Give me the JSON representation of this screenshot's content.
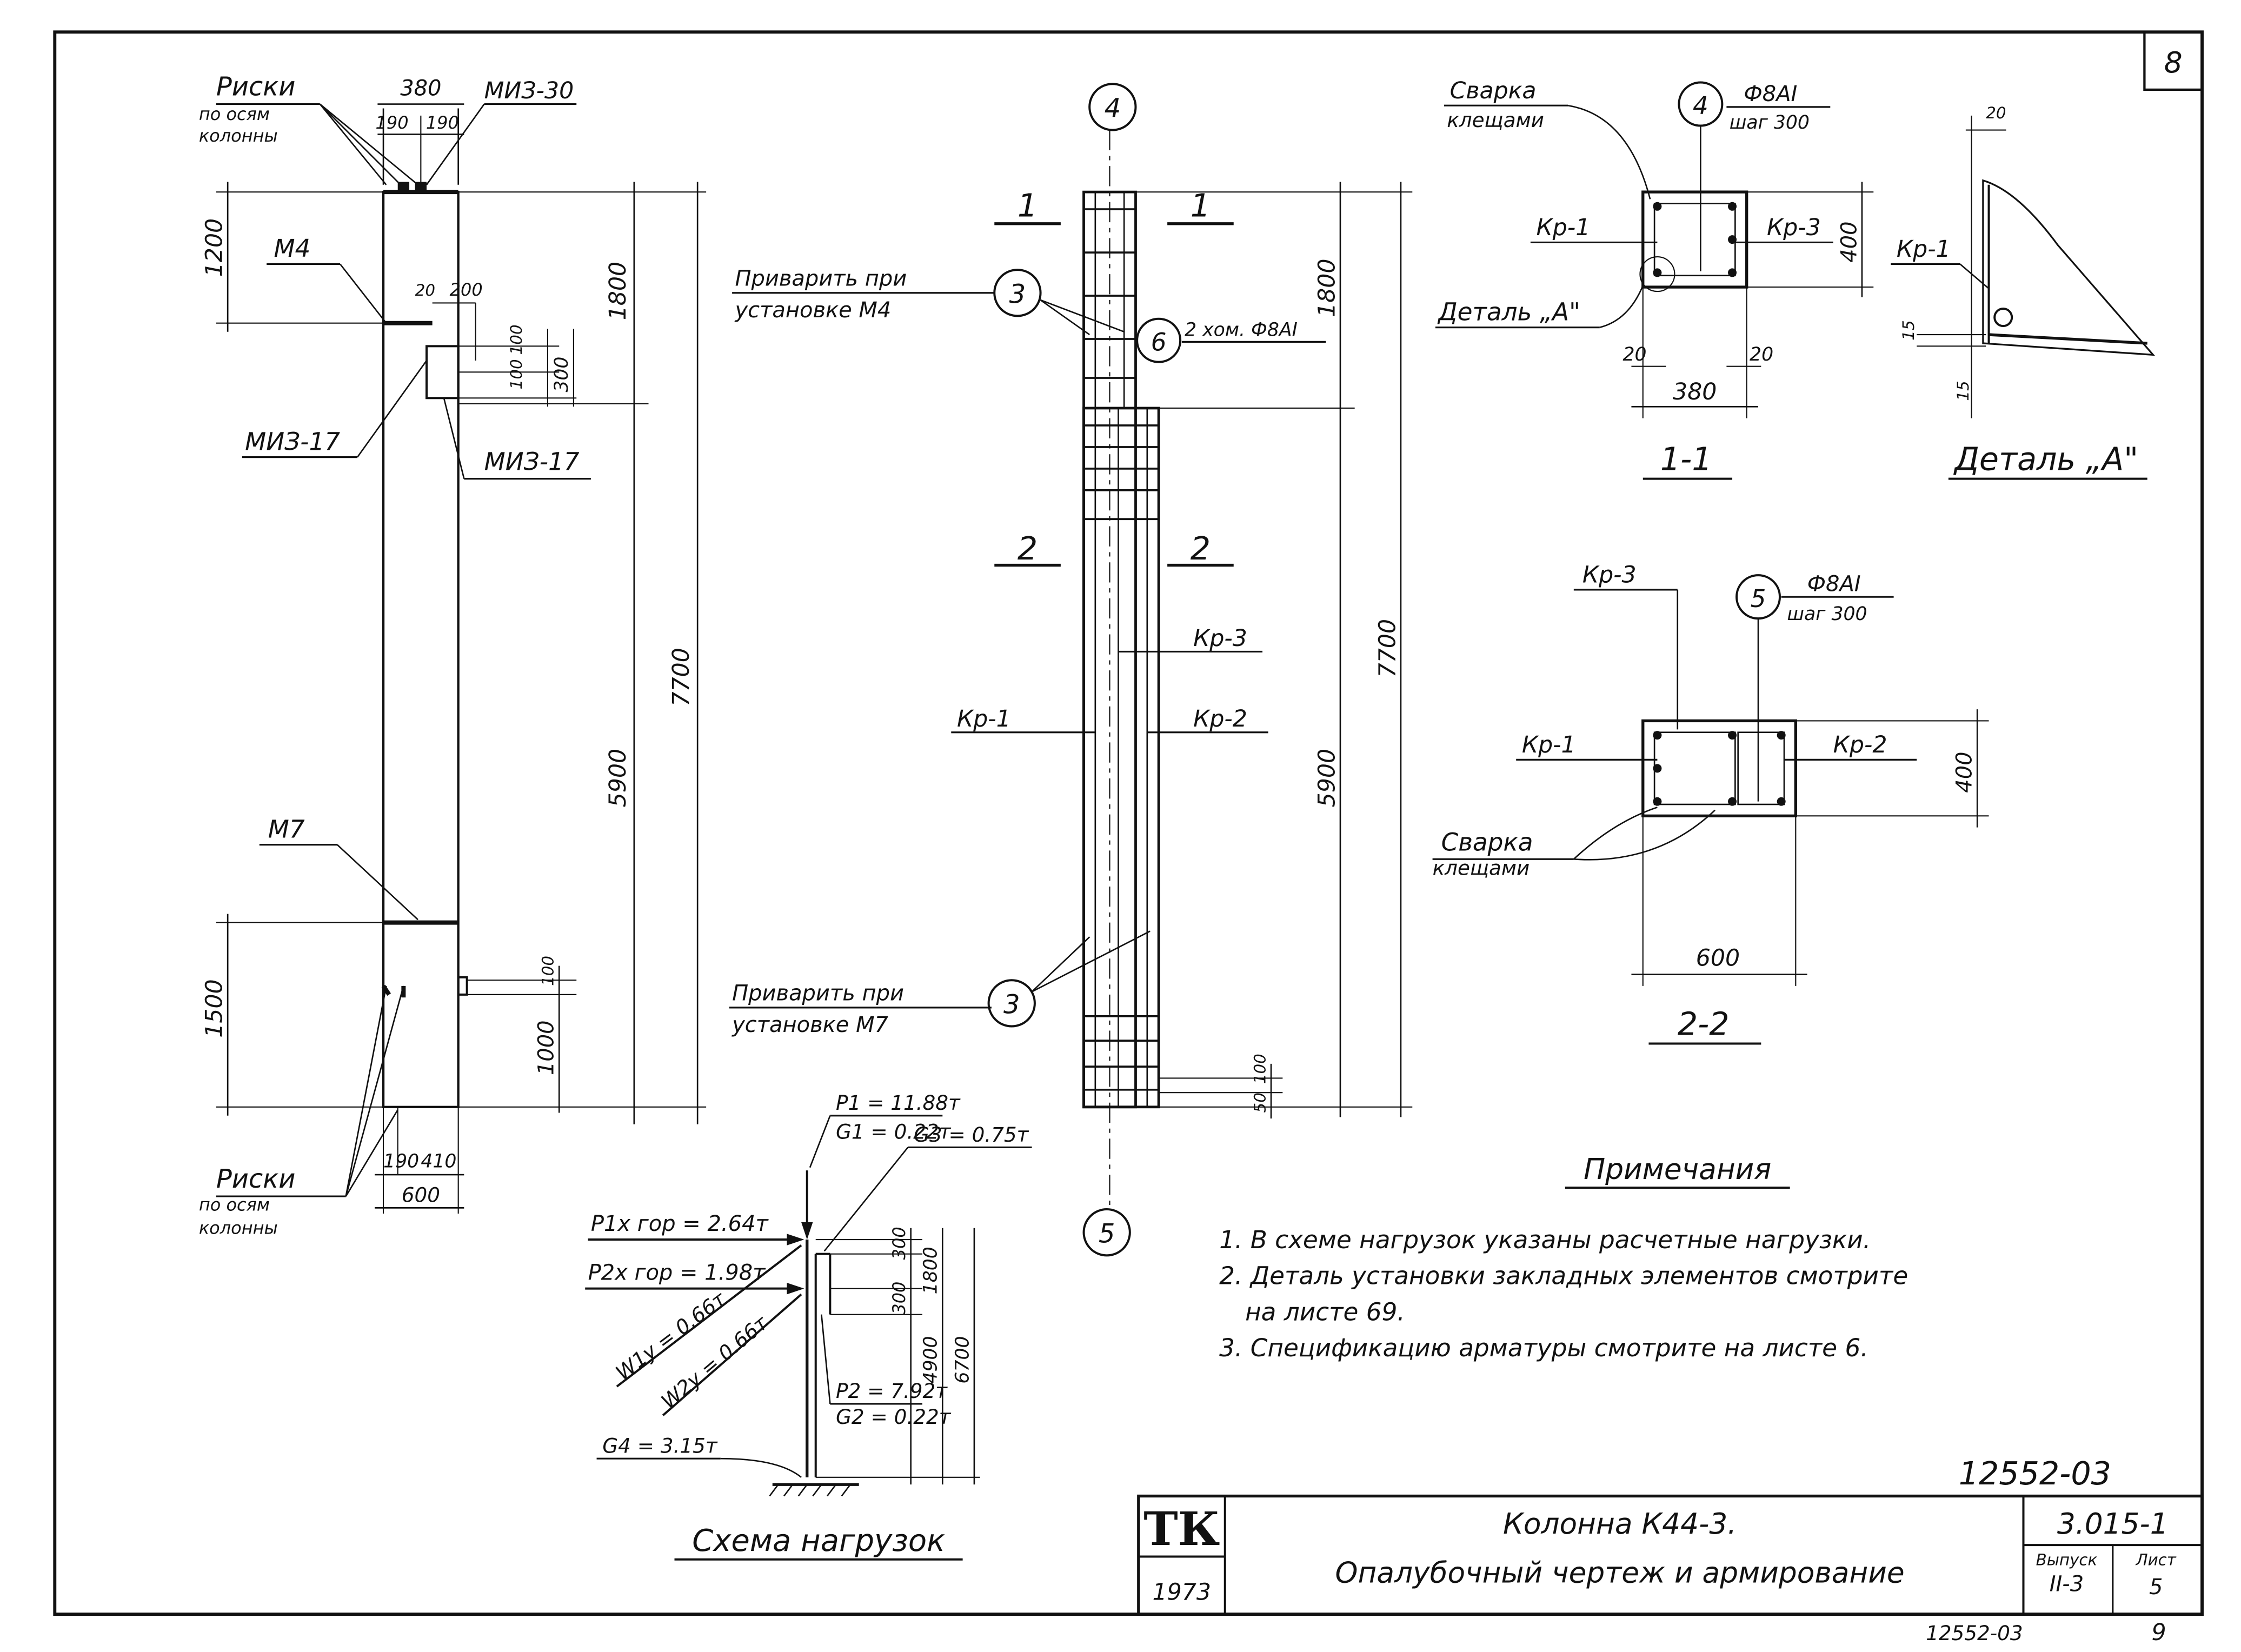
{
  "sheet_number": "8",
  "elevation": {
    "top_risks": "Риски",
    "top_risks_sub1": "по осям",
    "top_risks_sub2": "колонны",
    "dim_380": "380",
    "dim_190a": "190",
    "dim_190b": "190",
    "miz30": "МИЗ-30",
    "m4": "М4",
    "dim_1200": "1200",
    "dim_20": "20",
    "dim_200": "200",
    "dim_100": "100",
    "dim_100b": "100",
    "dim_300": "300",
    "miz17_left": "МИЗ-17",
    "miz17_right": "МИЗ-17",
    "dim_1800": "1800",
    "dim_5900": "5900",
    "dim_7700": "7700",
    "m7": "М7",
    "dim_1500": "1500",
    "dim_1000": "1000",
    "dim_100c": "100",
    "bot_risks": "Риски",
    "bot_risks_sub1": "по осям",
    "bot_risks_sub2": "колонны",
    "dim_190c": "190",
    "dim_410": "410",
    "dim_600": "600"
  },
  "reinforcement": {
    "callout_4": "4",
    "sec1_left": "1",
    "sec1_right": "1",
    "weld_m4_line1": "Приварить при",
    "weld_m4_line2": "установке М4",
    "callout_3_top": "3",
    "callout_6": "6",
    "label_6": "2 хом. Ф8AI",
    "dim_1800": "1800",
    "sec2_left": "2",
    "sec2_right": "2",
    "kr3": "Кр-3",
    "kr1": "Кр-1",
    "kr2": "Кр-2",
    "dim_5900": "5900",
    "dim_7700": "7700",
    "weld_m7_line1": "Приварить при",
    "weld_m7_line2": "установке М7",
    "callout_3_bot": "3",
    "dim_50": "50",
    "dim_100": "100",
    "callout_5": "5"
  },
  "section_1_1": {
    "weld_line1": "Сварка",
    "weld_line2": "клещами",
    "callout_4": "4",
    "bar_label": "Ф8AI",
    "pitch_label": "шаг 300",
    "kr1": "Кр-1",
    "kr3": "Кр-3",
    "dim_400": "400",
    "detail_a": "Деталь „А\"",
    "dim_20a": "20",
    "dim_20b": "20",
    "dim_380": "380",
    "title": "1-1"
  },
  "detail_a": {
    "dim_20": "20",
    "kr1": "Кр-1",
    "dim_15a": "15",
    "dim_15b": "15",
    "title": "Деталь „А\""
  },
  "section_2_2": {
    "kr3": "Кр-3",
    "callout_5": "5",
    "bar_label": "Ф8AI",
    "pitch_label": "шаг 300",
    "kr1": "Кр-1",
    "kr2": "Кр-2",
    "dim_400": "400",
    "weld_line1": "Сварка",
    "weld_line2": "клещами",
    "dim_600": "600",
    "title": "2-2"
  },
  "load_scheme": {
    "p1": "P1 = 11.88т",
    "g1": "G1 = 0.22т",
    "g3": "G3 = 0.75т",
    "p1_hor": "P1х гор = 2.64т",
    "p2_hor": "P2х гор = 1.98т",
    "w1": "W1у = 0.66т",
    "w2": "W2у = 0.66т",
    "dim_300a": "300",
    "dim_300b": "300",
    "dim_1800": "1800",
    "dim_4900": "4900",
    "dim_6700": "6700",
    "p2": "P2 = 7.92т",
    "g2": "G2 = 0.22т",
    "g4": "G4 = 3.15т",
    "title": "Схема нагрузок"
  },
  "notes": {
    "heading": "Примечания",
    "items": [
      "1. В схеме нагрузок указаны расчетные нагрузки.",
      "2. Деталь установки закладных элементов смотрите",
      "на листе 69.",
      "3. Спецификацию арматуры смотрите на листе 6."
    ]
  },
  "title_block": {
    "doc_number_top": "12552-03",
    "logo": "ТК",
    "year": "1973",
    "title_line1": "Колонна К44-3.",
    "title_line2": "Опалубочный чертеж и армирование",
    "series": "3.015-1",
    "issue_label": "Выпуск",
    "issue_value": "II-3",
    "sheet_label": "Лист",
    "sheet_value": "5",
    "doc_number_bottom": "12552-03",
    "page": "9"
  }
}
